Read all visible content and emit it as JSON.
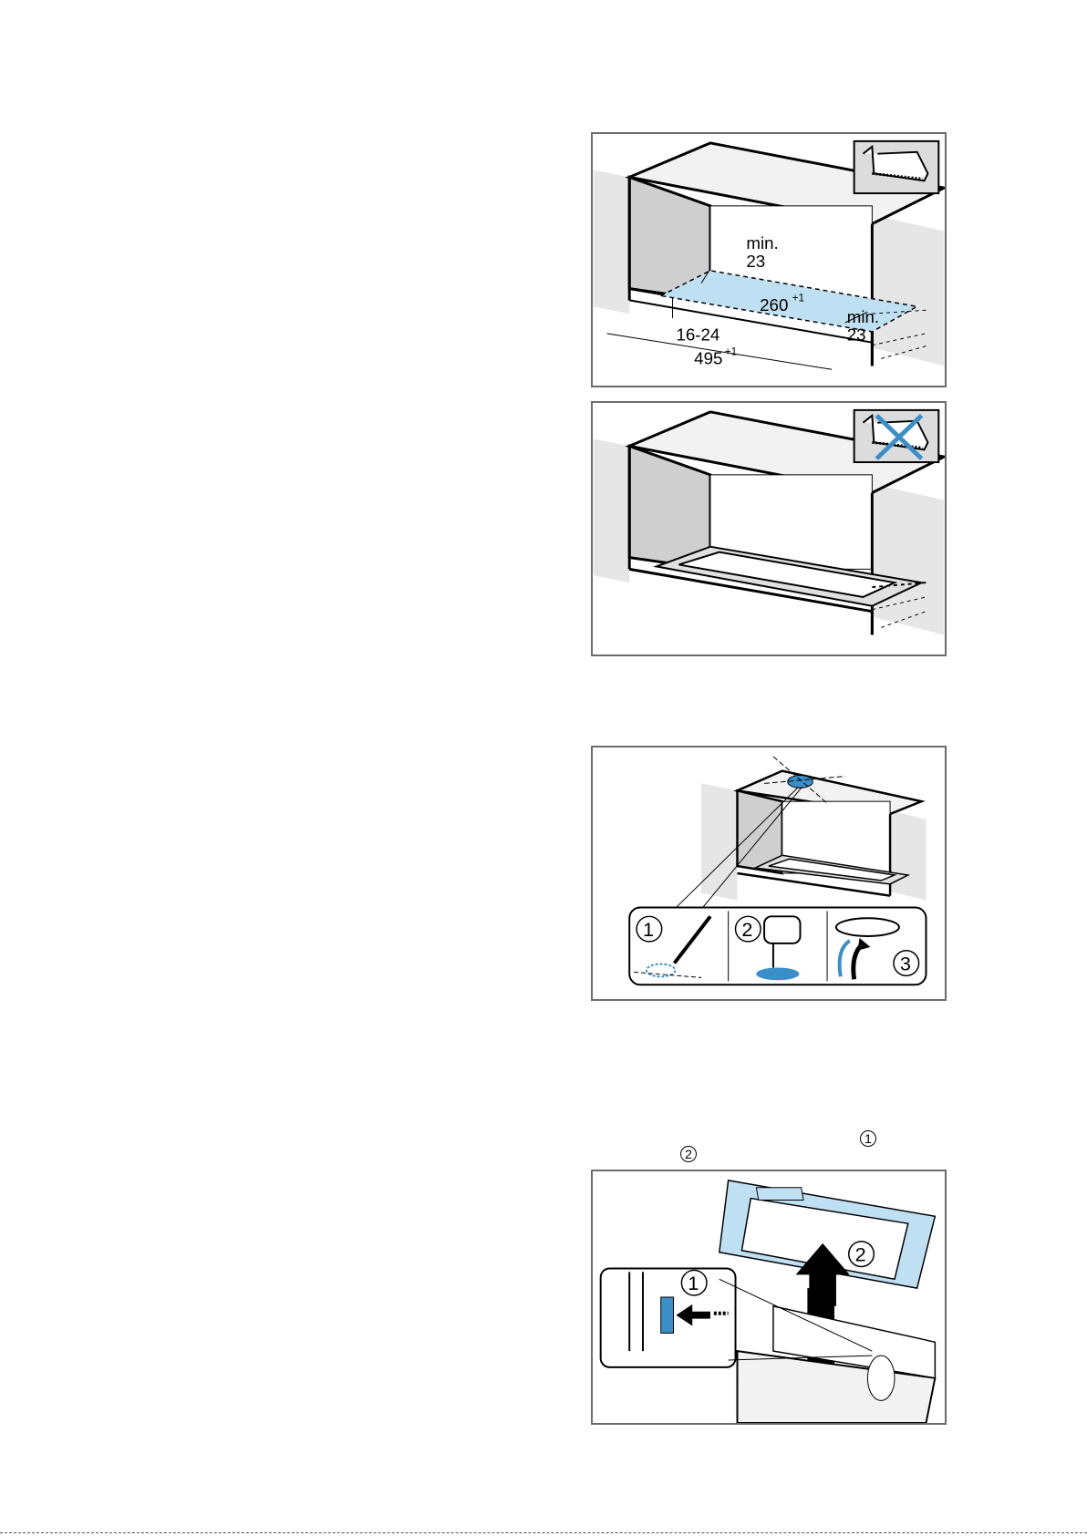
{
  "figure1": {
    "dims": {
      "min_label_1": "min.",
      "min_value_1": "23",
      "depth": "260",
      "depth_tol": "+1",
      "min_label_2": "min.",
      "min_value_2": "23",
      "height_range": "16-24",
      "width": "495",
      "width_tol": "+1"
    },
    "icon": "saw-icon"
  },
  "figure2": {
    "icon": "no-saw-icon"
  },
  "figure3": {
    "steps": [
      "1",
      "2",
      "3"
    ],
    "icons": [
      "pencil-icon",
      "jigsaw-icon",
      "lift-cutout-icon"
    ]
  },
  "figure4": {
    "callouts": [
      "1",
      "2"
    ],
    "steps": [
      "1",
      "2"
    ]
  },
  "colors": {
    "accent": "#3a8fc9",
    "light_accent": "#bfe0f2",
    "frame": "#6b6b6b",
    "wall": "#e6e6e6"
  }
}
